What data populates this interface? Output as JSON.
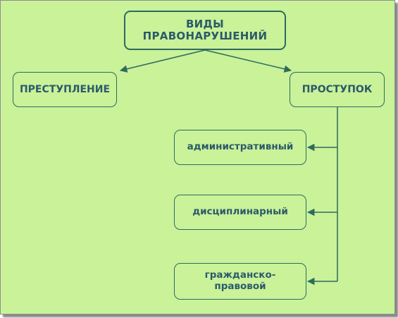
{
  "diagram": {
    "root": {
      "label": "ВИДЫ\nПРАВОНАРУШЕНИЙ"
    },
    "crime": {
      "label": "ПРЕСТУПЛЕНИЕ"
    },
    "offense": {
      "label": "ПРОСТУПОК"
    },
    "offense_types": [
      {
        "label": "административный"
      },
      {
        "label": "дисциплинарный"
      },
      {
        "label": "гражданско-\nправовой"
      }
    ]
  },
  "colors": {
    "background": "#c9f299",
    "stroke": "#2f6a5e",
    "text": "#2c5a6a"
  }
}
